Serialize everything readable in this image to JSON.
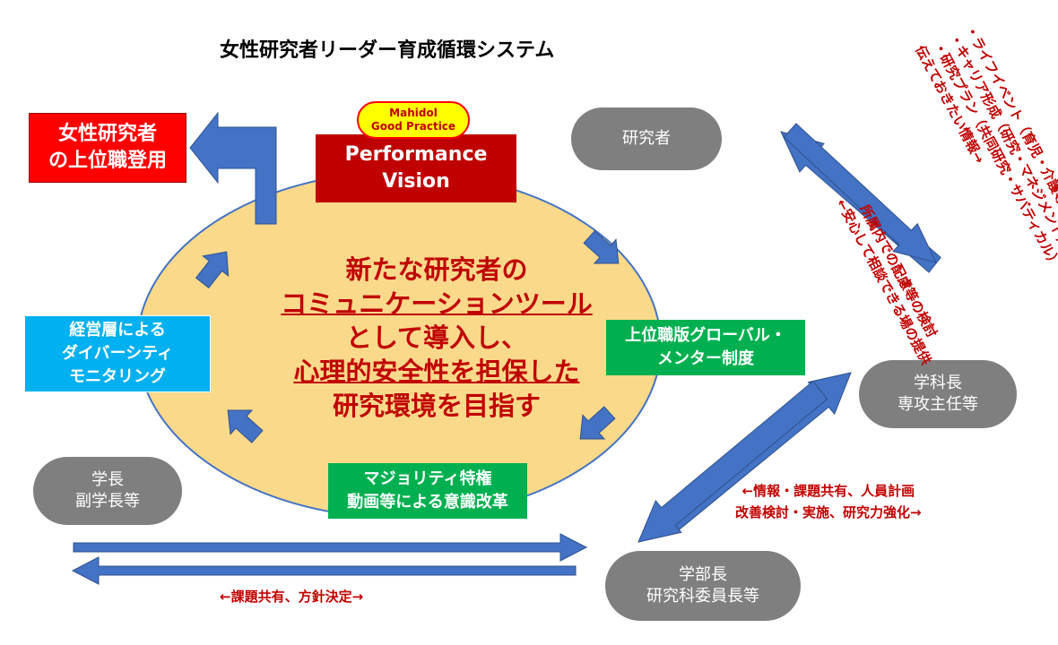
{
  "title": "女性研究者リーダー育成循環システム",
  "promotion_box": {
    "line1": "女性研究者",
    "line2": "の上位職登用"
  },
  "mahidol_badge": {
    "line1": "Mahidol",
    "line2": "Good Practice"
  },
  "performance_vision": {
    "line1": "Performance",
    "line2": "Vision"
  },
  "center_text": {
    "line1": "新たな研究者の",
    "line2": "コミュニケーションツール",
    "line3": "として導入し、",
    "line4": "心理的安全性を担保した",
    "line5": "研究環境を目指す"
  },
  "monitoring_box": {
    "line1": "経営層による",
    "line2": "ダイバーシティ",
    "line3": "モニタリング"
  },
  "mentor_box": {
    "line1": "上位職版グローバル・",
    "line2": "メンター制度"
  },
  "majority_box": {
    "line1": "マジョリティ特権",
    "line2": "動画等による意識改革"
  },
  "pills": {
    "researcher": {
      "line1": "研究者"
    },
    "dept_head": {
      "line1": "学科長",
      "line2": "専攻主任等"
    },
    "president": {
      "line1": "学長",
      "line2": "副学長等"
    },
    "dean": {
      "line1": "学部長",
      "line2": "研究科委員長等"
    }
  },
  "notes": {
    "bottom": "←課題共有、方針決定→",
    "right_line1": "←情報・課題共有、人員計画",
    "right_line2": "改善検討・実施、研究力強化→",
    "diag_line1": "伝えておきたい情報→",
    "diag_line2": "・研究プラン（共同研究・サバティカル）",
    "diag_line3": "・キャリア形成（研究・マネジメント）",
    "diag_line4": "・ライフイベント（育児・介護等）",
    "diag_line5": "←安心して相談できる場の提供",
    "diag_line6": "所属内での配慮等の検討"
  },
  "colors": {
    "ellipse_fill": "#fad98a",
    "arrow_fill": "#4472c4",
    "dark_red": "#c00000",
    "bright_red": "#ff0000",
    "green": "#00b050",
    "cyan": "#00b0f0",
    "gray": "#7f7f7f",
    "yellow": "#ffff00"
  }
}
